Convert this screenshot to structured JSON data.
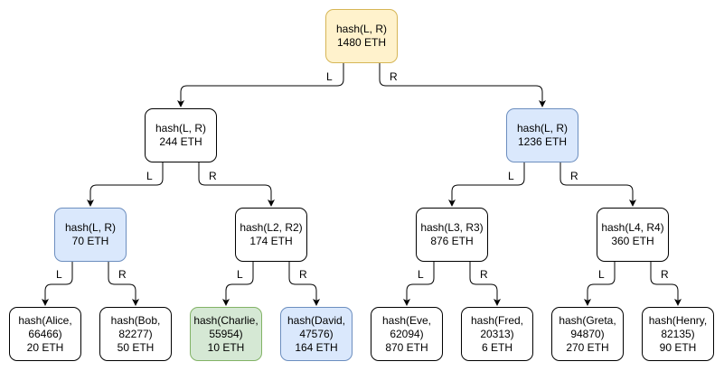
{
  "tree": {
    "root": {
      "label": "hash(L, R)",
      "value": "1480 ETH"
    },
    "left": {
      "label": "hash(L, R)",
      "value": "244 ETH"
    },
    "right": {
      "label": "hash(L, R)",
      "value": "1236 ETH"
    },
    "l1": {
      "label": "hash(L, R)",
      "value": "70 ETH"
    },
    "l2": {
      "label": "hash(L2, R2)",
      "value": "174 ETH"
    },
    "l3": {
      "label": "hash(L3, R3)",
      "value": "876 ETH"
    },
    "l4": {
      "label": "hash(L4, R4)",
      "value": "360 ETH"
    },
    "leaves": [
      {
        "line1": "hash(Alice,",
        "line2": "66466)",
        "value": "20 ETH"
      },
      {
        "line1": "hash(Bob,",
        "line2": "82277)",
        "value": "50 ETH"
      },
      {
        "line1": "hash(Charlie,",
        "line2": "55954)",
        "value": "10 ETH"
      },
      {
        "line1": "hash(David,",
        "line2": "47576)",
        "value": "164 ETH"
      },
      {
        "line1": "hash(Eve,",
        "line2": "62094)",
        "value": "870 ETH"
      },
      {
        "line1": "hash(Fred,",
        "line2": "20313)",
        "value": "6 ETH"
      },
      {
        "line1": "hash(Greta,",
        "line2": "94870)",
        "value": "270 ETH"
      },
      {
        "line1": "hash(Henry,",
        "line2": "82135)",
        "value": "90 ETH"
      }
    ]
  },
  "edge_labels": {
    "left": "L",
    "right": "R"
  },
  "colors": {
    "root_fill": "#fff2cc",
    "highlight_fill": "#dae8fc",
    "green_fill": "#d5e8d4"
  }
}
